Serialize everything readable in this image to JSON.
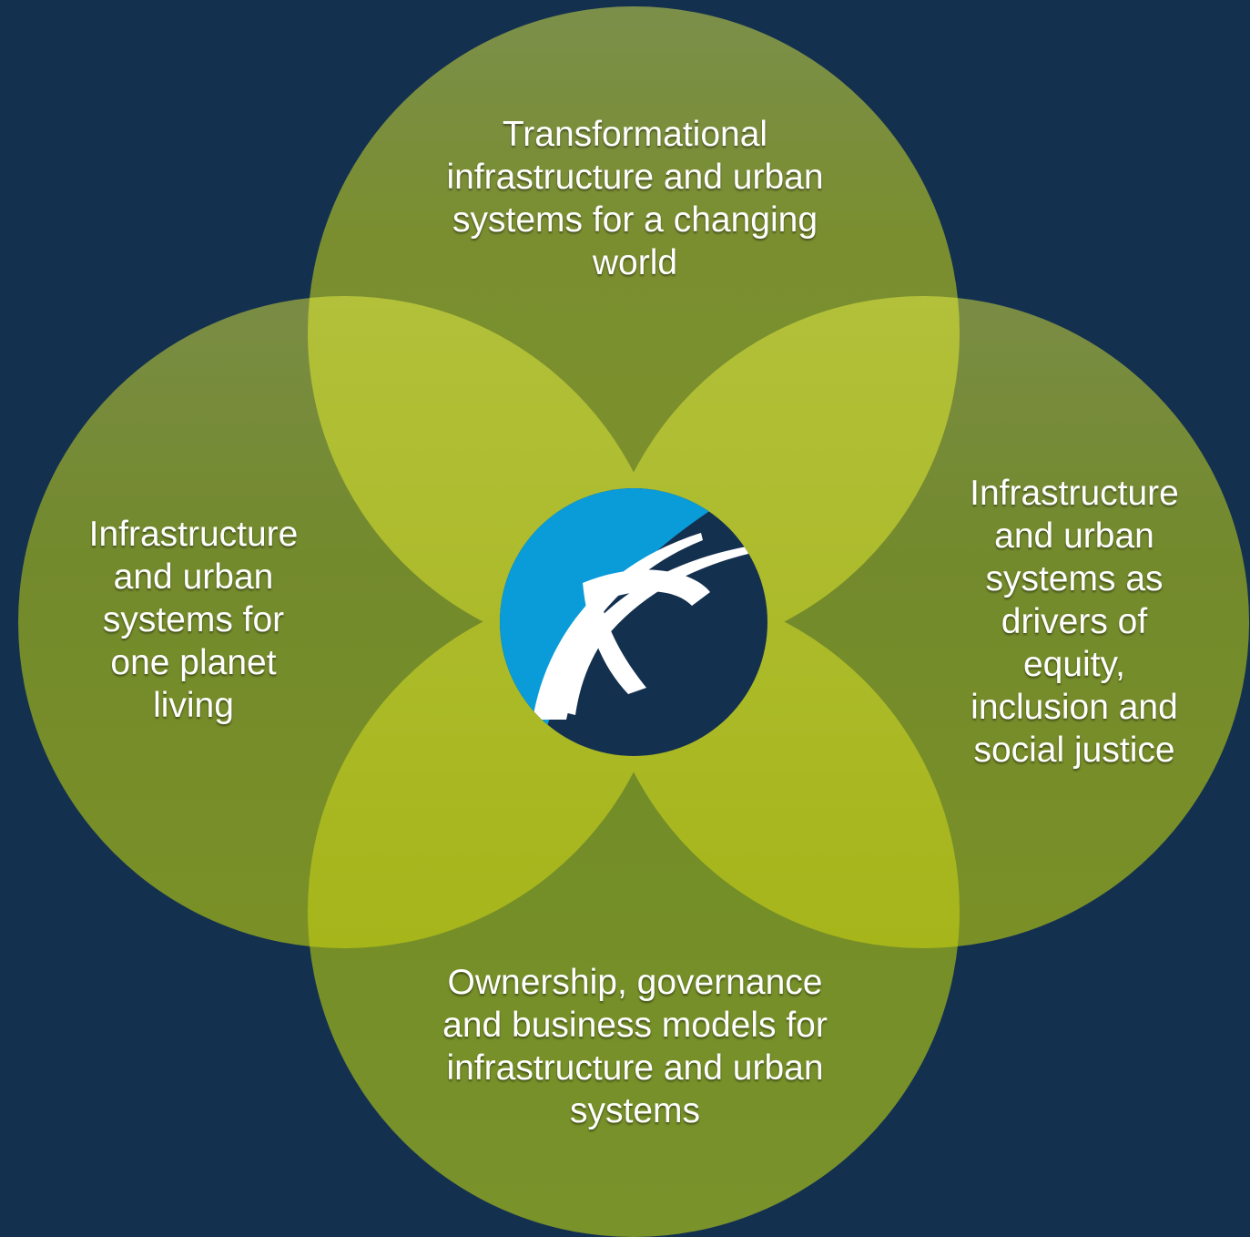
{
  "diagram": {
    "type": "four-circle-venn",
    "colors": {
      "background": "#14304f",
      "circle_fill": "#7f992a",
      "overlap_fill": "#b3c42a",
      "logo_light_blue": "#0a9bd9",
      "logo_dark_blue": "#14304f",
      "logo_mark": "#ffffff"
    },
    "circles": [
      {
        "id": "top",
        "label": "Transformational\ninfrastructure and urban\nsystems for a changing\nworld"
      },
      {
        "id": "left",
        "label": "Infrastructure\nand urban\nsystems for\none planet\nliving"
      },
      {
        "id": "right",
        "label": "Infrastructure\nand urban\nsystems as\ndrivers of\nequity,\ninclusion and\nsocial justice"
      },
      {
        "id": "bottom",
        "label": "Ownership, governance\nand business models for\ninfrastructure and urban\nsystems"
      }
    ],
    "center": {
      "icon": "organization-logo-icon"
    }
  }
}
